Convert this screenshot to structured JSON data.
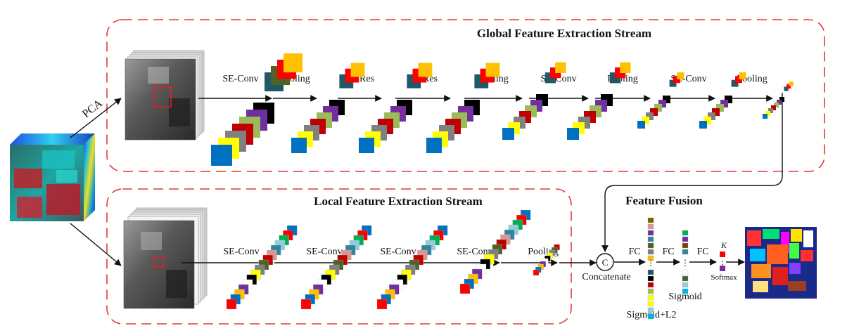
{
  "global_stream": {
    "title": "Global Feature Extraction Stream",
    "steps": [
      "SE-Conv",
      "Pooling",
      "SE-Res",
      "SE-Res",
      "Pooling",
      "SE-Conv",
      "Pooling",
      "SE-Conv",
      "Pooling"
    ]
  },
  "local_stream": {
    "title": "Local Feature Extraction Stream",
    "steps": [
      "SE-Conv",
      "SE-Conv",
      "SE-Conv",
      "SE-Conv",
      "Pooling"
    ]
  },
  "pca_label": "PCA",
  "fusion": {
    "title": "Feature Fusion",
    "concat_symbol": "C",
    "concat_label": "Concatenate",
    "fc_labels": [
      "FC",
      "FC",
      "FC"
    ],
    "k_label": "K",
    "sigmoid_l2_label": "Sigmoid+L2",
    "sigmoid_label": "Sigmoid",
    "softmax_label": "Softmax"
  },
  "colors": {
    "dashed_border": "#e23a3a",
    "arrow": "#111111",
    "patch_box": "#e02020",
    "block_palette": [
      "#0070c0",
      "#ffff00",
      "#808080",
      "#c00000",
      "#9bbb59",
      "#7030a0",
      "#000000",
      "#f2f2f2",
      "#ffc000",
      "#ff0000",
      "#4f6228",
      "#215868"
    ],
    "local_palette": [
      "#ff0000",
      "#0070c0",
      "#ffc000",
      "#7030a0",
      "#ffffff",
      "#000000",
      "#ffff00",
      "#808080",
      "#4f6228",
      "#c00000",
      "#d99694",
      "#31859c",
      "#93cddd",
      "#00b050"
    ]
  }
}
